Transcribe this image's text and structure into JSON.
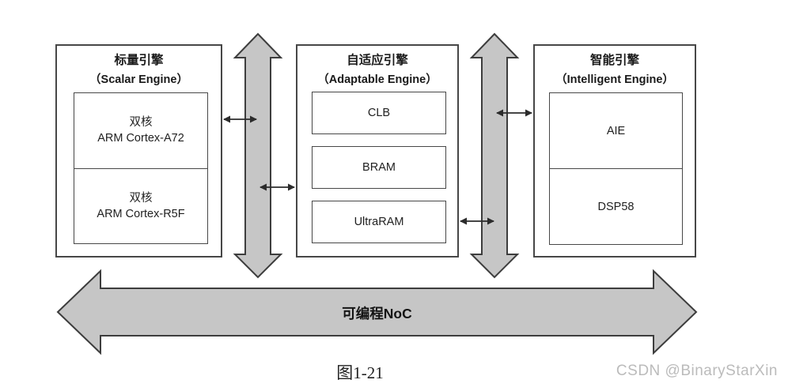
{
  "figure": {
    "caption": "图1-21",
    "watermark": "CSDN @BinaryStarXin"
  },
  "engines": {
    "scalar": {
      "title_cn": "标量引擎",
      "title_en": "（Scalar Engine）",
      "cores": [
        {
          "line1": "双核",
          "line2": "ARM Cortex-A72"
        },
        {
          "line1": "双核",
          "line2": "ARM Cortex-R5F"
        }
      ]
    },
    "adaptable": {
      "title_cn": "自适应引擎",
      "title_en": "（Adaptable Engine）",
      "blocks": [
        "CLB",
        "BRAM",
        "UltraRAM"
      ]
    },
    "intelligent": {
      "title_cn": "智能引擎",
      "title_en": "（Intelligent Engine）",
      "blocks": [
        "AIE",
        "DSP58"
      ]
    }
  },
  "noc": {
    "label": "可编程NoC"
  },
  "colors": {
    "arrow_fill": "#c6c6c6",
    "arrow_stroke": "#3d3d3d",
    "connector": "#2b2b2b",
    "box_border": "#474747"
  }
}
